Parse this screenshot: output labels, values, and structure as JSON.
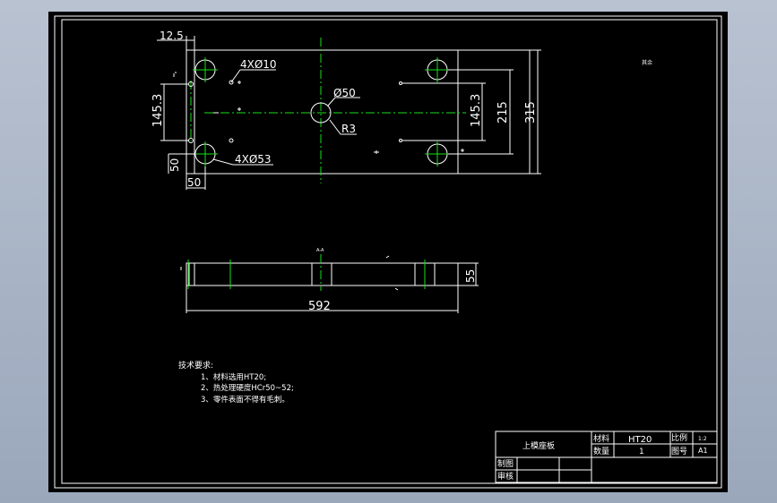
{
  "drawing": {
    "dimensions": {
      "d_12_5": "12.5",
      "d_4x10": "4XØ10",
      "d_50_hole": "Ø50",
      "d_r3": "R3",
      "d_145_3_left": "145.3",
      "d_145_3_right": "145.3",
      "d_215": "215",
      "d_315": "315",
      "d_4x53": "4XØ53",
      "d_50_v": "50",
      "d_50_h": "50",
      "d_592": "592",
      "d_55": "55"
    },
    "section_label": "A-A",
    "notes_title": "技术要求:",
    "notes": [
      "1、材料选用HT20;",
      "2、热处理硬度HCr50~52;",
      "3、零件表面不得有毛刺。"
    ],
    "corner_mark": "其余"
  },
  "title_block": {
    "part_name": "上模座板",
    "material_label": "材料",
    "material_value": "HT20",
    "scale_label": "比例",
    "scale_value": "1:2",
    "quantity_label": "数量",
    "quantity_value": "1",
    "drawing_no_label": "图号",
    "drawing_no_value": "A1",
    "drawn_label": "制图",
    "checked_label": "审核"
  },
  "colors": {
    "background": "#000000",
    "lines": "#ffffff",
    "centerlines": "#18e018",
    "frame_outside": "#a4b0c3"
  }
}
